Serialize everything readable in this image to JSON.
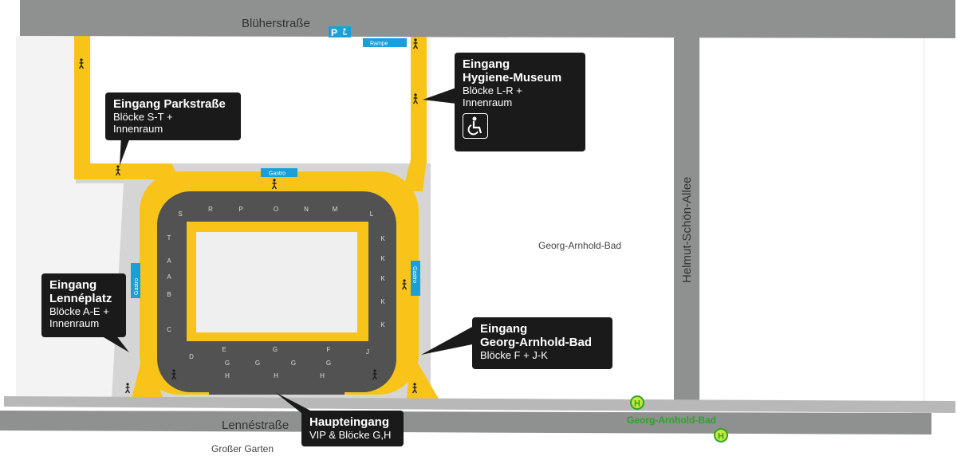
{
  "streets": {
    "blueher": "Blüherstraße",
    "helmut": "Helmut-Schön-Allee",
    "lenne": "Lennéstraße"
  },
  "areas": {
    "grosser_garten": "Großer Garten",
    "georg_bad": "Georg-Arnhold-Bad"
  },
  "tags": {
    "gastro": "Gastro",
    "rampe": "Rampe"
  },
  "parking_letter": "P",
  "bus_stop": {
    "label": "Georg-Arnhold-Bad",
    "symbol": "H",
    "color": "#2aa52a"
  },
  "blocks": {
    "top": [
      "S",
      "R",
      "P",
      "O",
      "N",
      "M",
      "L"
    ],
    "left": [
      "T",
      "A",
      "A",
      "B",
      "C",
      "D"
    ],
    "right": [
      "K",
      "K",
      "K",
      "K",
      "K",
      "J"
    ],
    "bottom_row1": [
      "E",
      "G",
      "F"
    ],
    "bottom_row2": [
      "G",
      "G",
      "G",
      "G"
    ],
    "bottom_row3": [
      "H",
      "H",
      "H"
    ]
  },
  "entrances": {
    "parkstrasse": {
      "title": "Eingang Parkstraße",
      "sub1": "Blöcke S-T +",
      "sub2": "Innenraum"
    },
    "hygiene": {
      "title1": "Eingang",
      "title2": "Hygiene-Museum",
      "sub1": "Blöcke L-R +",
      "sub2": "Innenraum"
    },
    "lenneplatz": {
      "title1": "Eingang",
      "title2": "Lennéplatz",
      "sub1": "Blöcke A-E +",
      "sub2": "Innenraum"
    },
    "georg": {
      "title1": "Eingang",
      "title2": "Georg-Arnhold-Bad",
      "sub1": "Blöcke F + J-K"
    },
    "haupt": {
      "title": "Haupteingang",
      "sub1": "VIP & Blöcke G,H"
    }
  },
  "colors": {
    "road": "#8f9090",
    "path": "#f8c41a",
    "stand": "#525252",
    "pitch": "#efefef",
    "callout": "#1a1a1a",
    "info_tag": "#19a0d8"
  },
  "icons": [
    "walking-person-icon",
    "wheelchair-icon",
    "parking-icon",
    "bus-stop-icon"
  ]
}
